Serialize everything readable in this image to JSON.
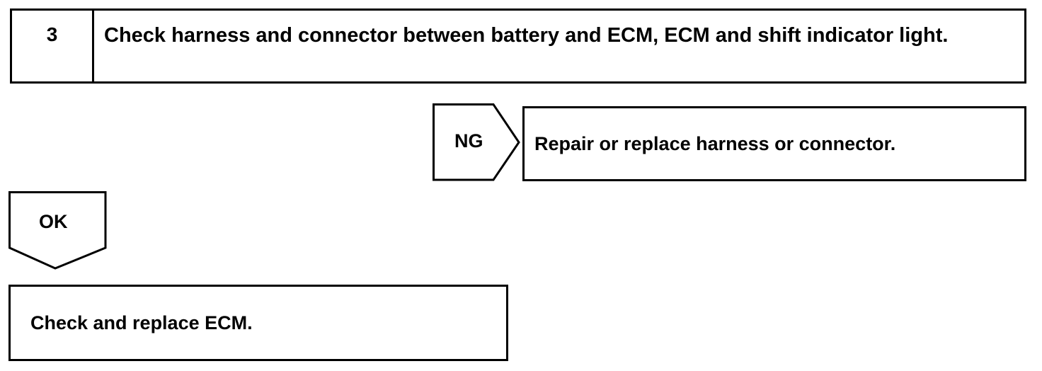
{
  "step": {
    "number": "3",
    "title": "Check harness and connector between battery and ECM, ECM and shift indicator light."
  },
  "ng_branch": {
    "label": "NG",
    "action": "Repair or replace harness or connector."
  },
  "ok_branch": {
    "label": "OK",
    "action": "Check and replace ECM."
  }
}
